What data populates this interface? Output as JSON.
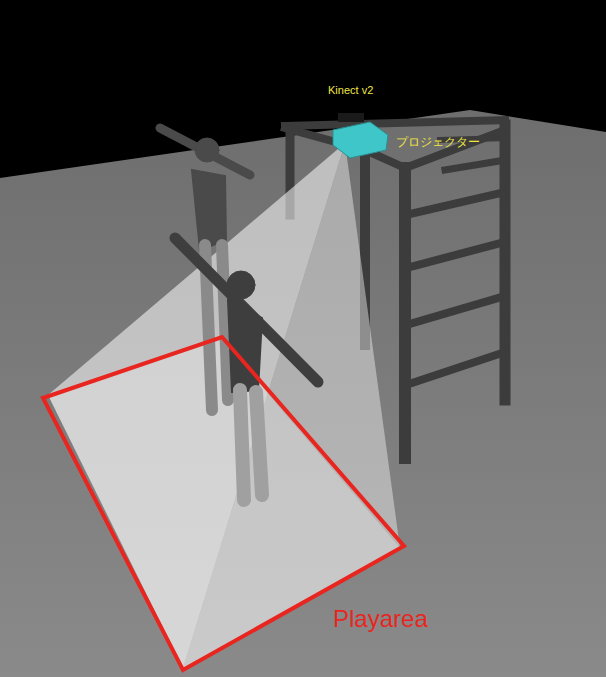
{
  "diagram": {
    "nodes": [
      {
        "text": [
          "Playarea"
        ]
      }
    ],
    "labels": [
      "Kinect v2",
      "プロジェクター"
    ]
  }
}
